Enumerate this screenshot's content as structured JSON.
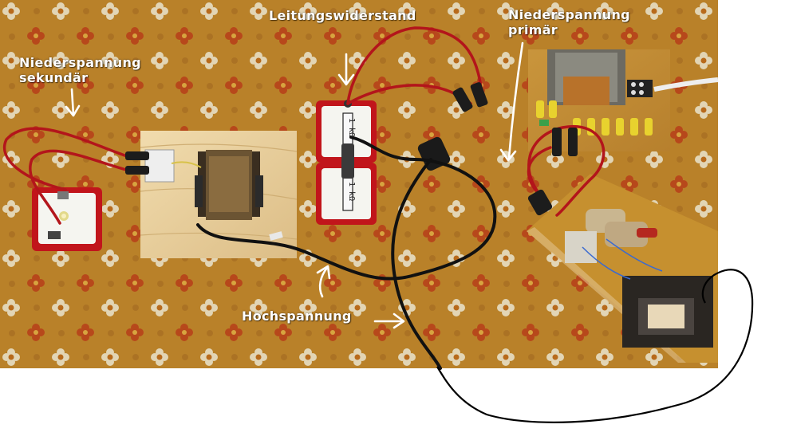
{
  "labels": {
    "secondary_low_voltage": [
      "Niederspannung",
      "sekundär"
    ],
    "line_resistance": "Leitungswiderstand",
    "primary_low_voltage": [
      "Niederspannung",
      "primär"
    ],
    "high_voltage": "Hochspannung"
  },
  "resistor_labels": {
    "top": "1 kΩ",
    "bottom": "1 kΩ"
  },
  "colors": {
    "tablecloth": "#c2862a",
    "annotation_text": "#ffffff",
    "red_wire": "#b3151b",
    "black_wire": "#111111",
    "drawn_loop": "#000000",
    "background": "#ffffff"
  }
}
